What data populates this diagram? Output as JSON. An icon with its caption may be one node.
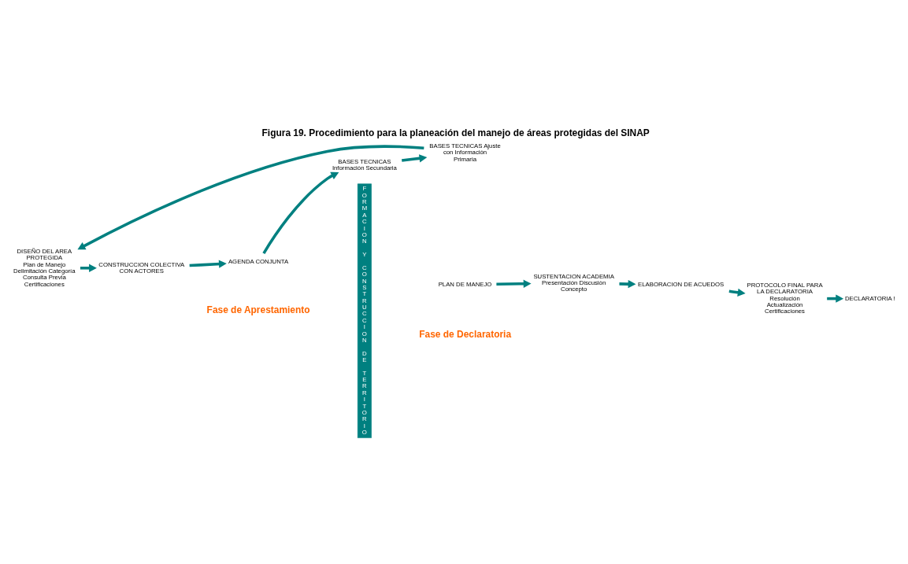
{
  "diagram": {
    "title": "Figura 19. Procedimiento para la planeación del manejo de áreas protegidas del SINAP",
    "nodes": [
      {
        "text": [
          "DISEÑO DEL AREA PROTEGIDA",
          "Plan de Manejo Delimitación Categoría Consulta Previa Certificaciones"
        ]
      },
      {
        "text": [
          "CONSTRUCCION COLECTIVA CON ACTORES"
        ]
      },
      {
        "text": [
          "AGENDA CONJUNTA"
        ]
      },
      {
        "text": [
          "BASES TECNICAS Información Secundaria"
        ]
      },
      {
        "text": [
          "BASES TECNICAS Ajuste con Información Primaria"
        ]
      },
      {
        "text": [
          "FORMACION Y CONSTRUCCION DE TERRITORIO"
        ]
      },
      {
        "text": [
          "PLAN DE MANEJO"
        ]
      },
      {
        "text": [
          "SUSTENTACION ACADEMIA",
          "Presentación Discusión Concepto"
        ]
      },
      {
        "text": [
          "ELABORACION DE ACUEDOS"
        ]
      },
      {
        "text": [
          "PROTOCOLO FINAL PARA LA DECLARATORIA",
          "Resolución Actualización Certificaciones"
        ]
      },
      {
        "text": [
          "DECLARATORIA !"
        ]
      }
    ],
    "edges": [
      {
        "from": 0,
        "to": 1,
        "arrow": "to"
      },
      {
        "from": 1,
        "to": 2,
        "arrow": "to"
      },
      {
        "from": 2,
        "to": 3,
        "arrow": "to"
      },
      {
        "from": 3,
        "to": 4,
        "arrow": "to"
      },
      {
        "from": 4,
        "to": 0,
        "arrow": "to"
      },
      {
        "from": 6,
        "to": 7,
        "arrow": "to"
      },
      {
        "from": 7,
        "to": 8,
        "arrow": "to"
      },
      {
        "from": 8,
        "to": 9,
        "arrow": "to"
      },
      {
        "from": 9,
        "to": 10,
        "arrow": "to"
      }
    ],
    "labels": [
      "Fase de Aprestamiento",
      "Fase de Declaratoria"
    ]
  }
}
